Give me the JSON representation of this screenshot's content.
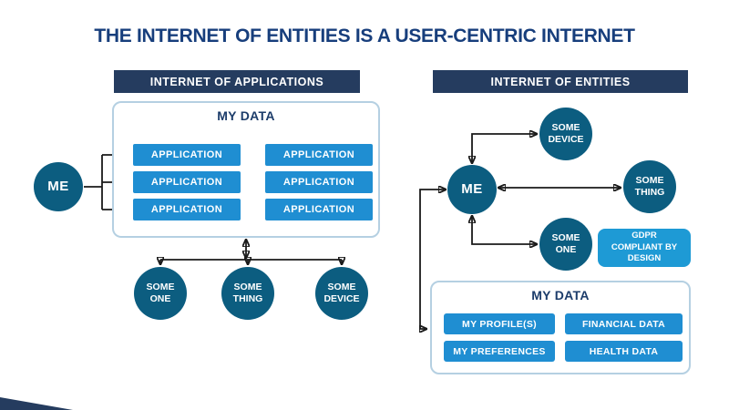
{
  "title": "THE INTERNET OF ENTITIES IS A USER-CENTRIC INTERNET",
  "colors": {
    "navy_header": "#253c5f",
    "title_blue": "#173e7c",
    "circle_teal": "#0c5d80",
    "box_blue": "#1f8ed2",
    "gdpr_blue": "#1e9ad5",
    "databox_border": "#b5d0e2",
    "arrow": "#1a1a1a"
  },
  "left_panel": {
    "header": "INTERNET OF APPLICATIONS",
    "me": "ME",
    "my_data": {
      "title": "MY DATA",
      "applications": [
        "APPLICATION",
        "APPLICATION",
        "APPLICATION",
        "APPLICATION",
        "APPLICATION",
        "APPLICATION"
      ]
    },
    "entities": [
      "SOME ONE",
      "SOME THING",
      "SOME DEVICE"
    ]
  },
  "right_panel": {
    "header": "INTERNET OF ENTITIES",
    "me": "ME",
    "entities": [
      "SOME DEVICE",
      "SOME THING",
      "SOME ONE"
    ],
    "gdpr_badge": "GDPR COMPLIANT BY DESIGN",
    "my_data": {
      "title": "MY DATA",
      "items": [
        "MY PROFILE(S)",
        "FINANCIAL DATA",
        "MY PREFERENCES",
        "HEALTH DATA"
      ]
    }
  }
}
